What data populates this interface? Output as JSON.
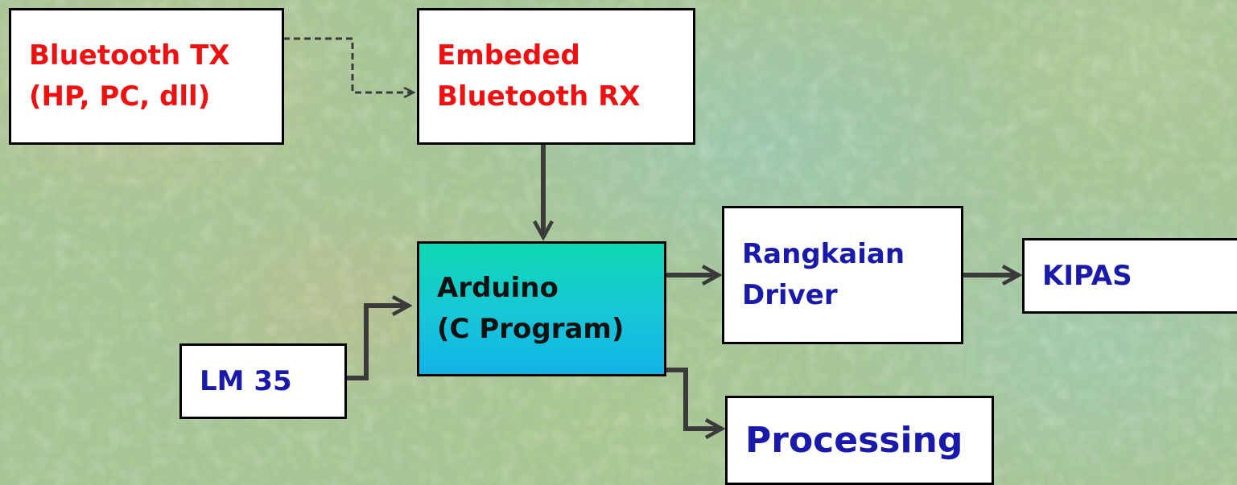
{
  "nodes": {
    "bt_tx": {
      "line1": "Bluetooth TX",
      "line2": "(HP, PC, dll)"
    },
    "bt_rx": {
      "line1": "Embeded",
      "line2": "Bluetooth RX"
    },
    "arduino": {
      "line1": "Arduino",
      "line2": "(C Program)"
    },
    "lm35": {
      "line1": "LM 35"
    },
    "driver": {
      "line1": "Rangkaian",
      "line2": "Driver"
    },
    "kipas": {
      "line1": "KIPAS"
    },
    "processing": {
      "line1": "Processing"
    }
  },
  "colors": {
    "red_text": "#ee1111",
    "blue_text": "#1a1aaa",
    "arrow": "#3a3a3a",
    "arduino_fill_top": "#10d9b0",
    "arduino_fill_bottom": "#10b4e6"
  },
  "edges": [
    {
      "from": "bt_tx",
      "to": "bt_rx",
      "style": "dashed"
    },
    {
      "from": "bt_rx",
      "to": "arduino",
      "style": "solid"
    },
    {
      "from": "lm35",
      "to": "arduino",
      "style": "solid"
    },
    {
      "from": "arduino",
      "to": "driver",
      "style": "solid"
    },
    {
      "from": "driver",
      "to": "kipas",
      "style": "solid"
    },
    {
      "from": "arduino",
      "to": "processing",
      "style": "solid"
    }
  ]
}
